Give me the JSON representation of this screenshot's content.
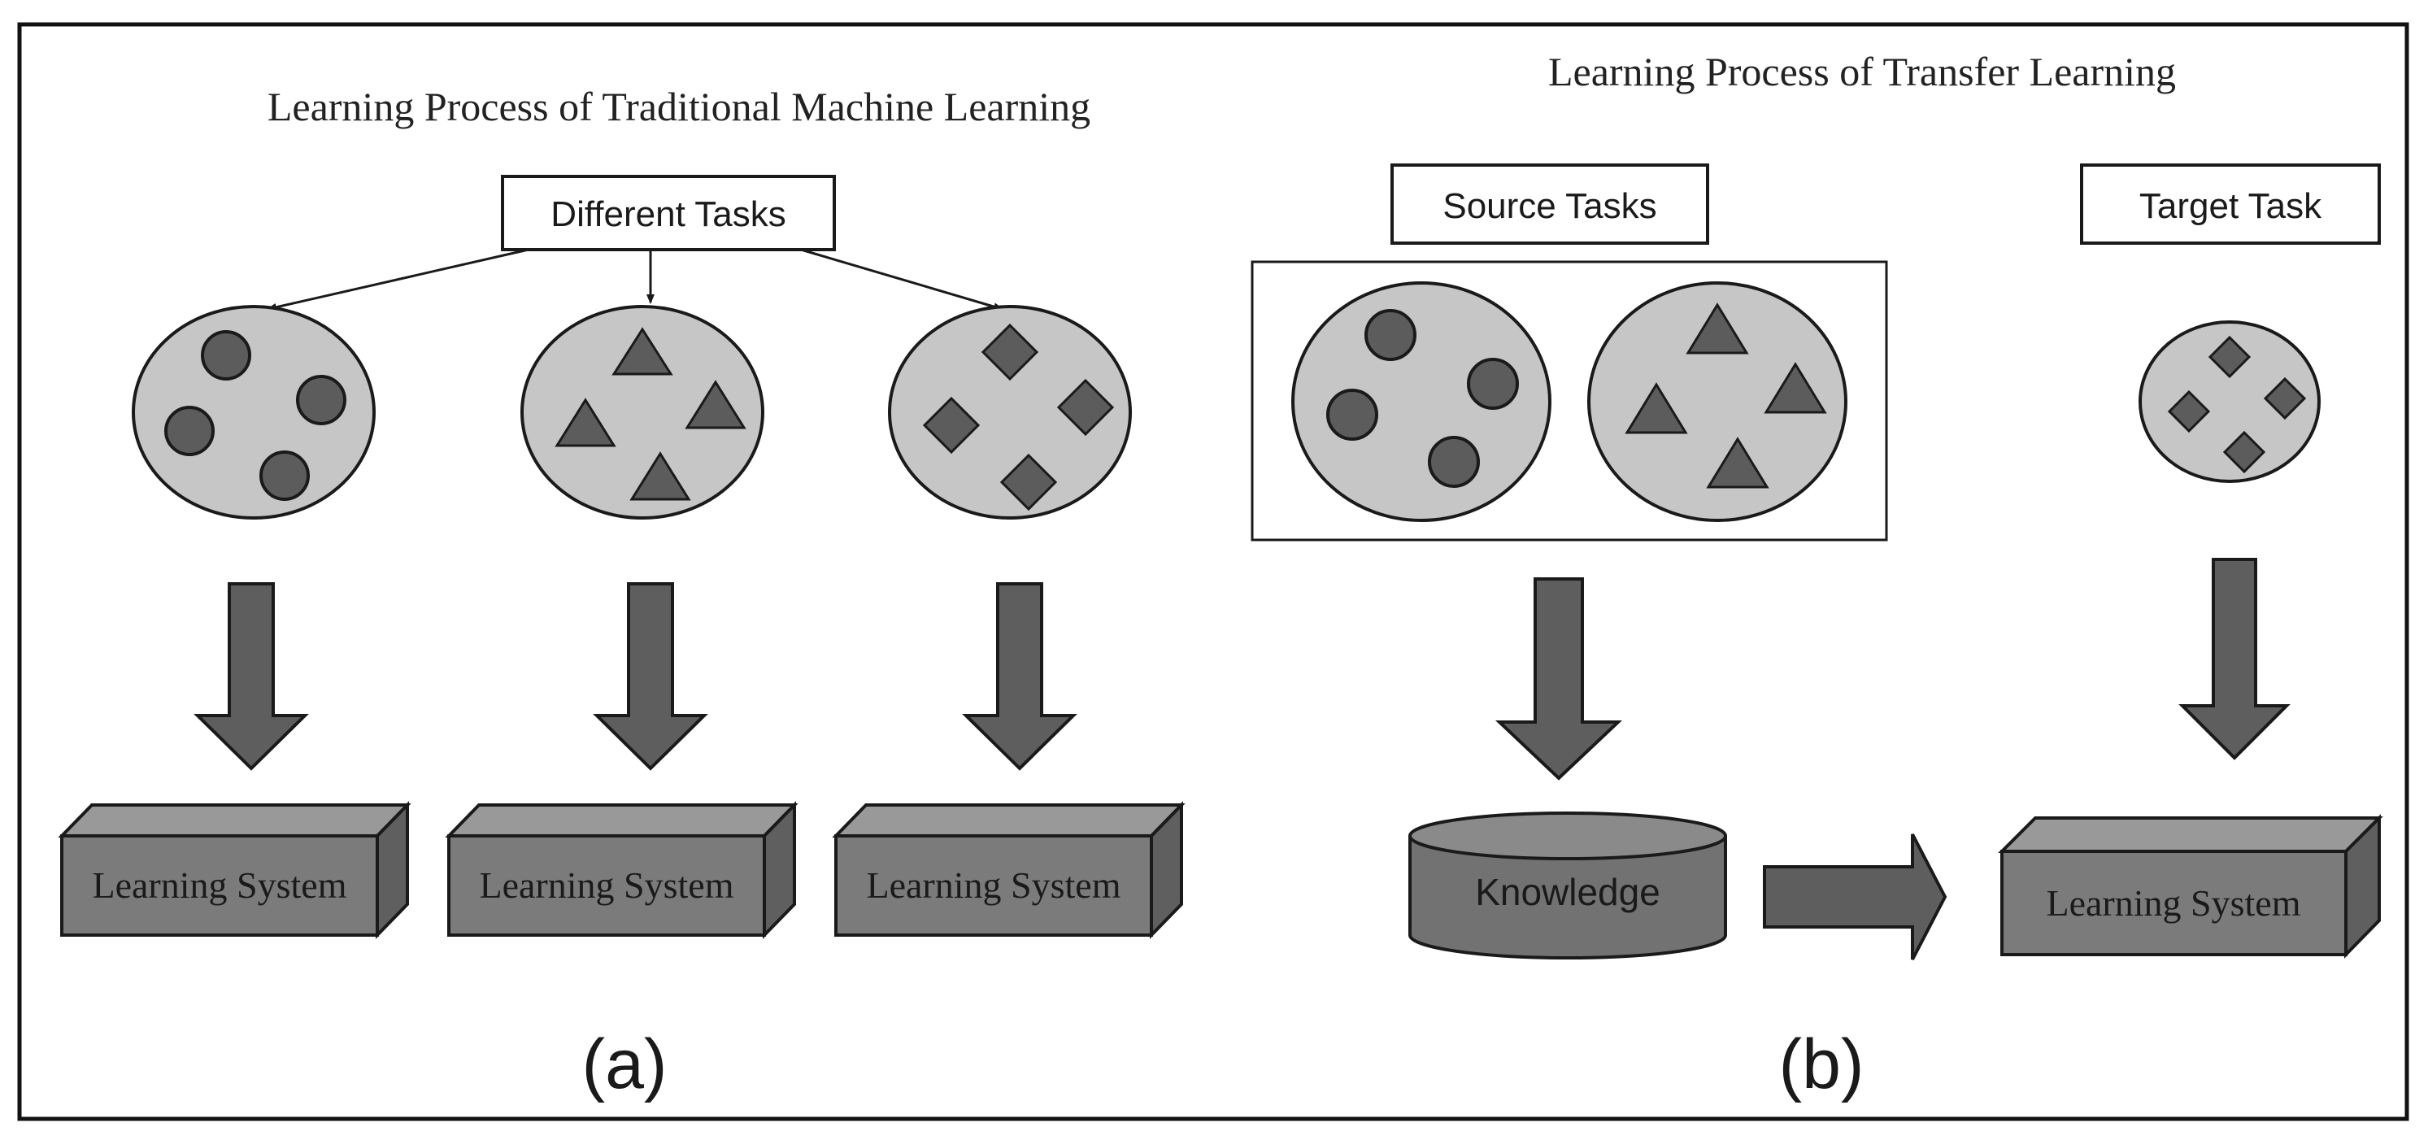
{
  "panel_a": {
    "title": "Learning Process of Traditional Machine Learning",
    "tasks_label": "Different Tasks",
    "systems": [
      "Learning System",
      "Learning System",
      "Learning System"
    ],
    "caption": "(a)"
  },
  "panel_b": {
    "title": "Learning Process of Transfer Learning",
    "source_label": "Source Tasks",
    "target_label": "Target Task",
    "knowledge_label": "Knowledge",
    "system_label": "Learning System",
    "caption": "(b)"
  },
  "colors": {
    "circle_fill": "#c6c6c6",
    "shape_fill": "#5c5c5c",
    "arrow_fill": "#5e5e5e",
    "box_front": "#7b7b7b",
    "box_top": "#999999",
    "box_side": "#5f5f5f",
    "outline": "#1a1a1a"
  }
}
